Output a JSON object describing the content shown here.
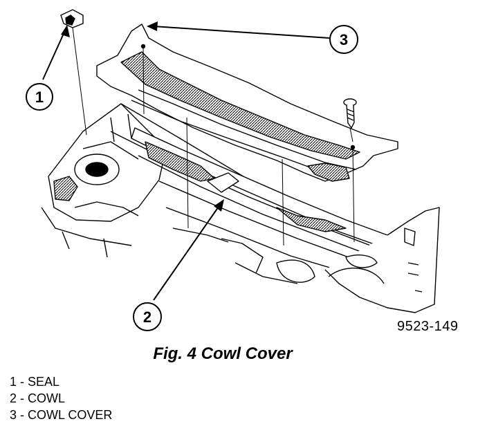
{
  "callouts": [
    {
      "number": "1",
      "name": "SEAL"
    },
    {
      "number": "2",
      "name": "COWL"
    },
    {
      "number": "3",
      "name": "COWL COVER"
    }
  ],
  "figure_id": "9523-149",
  "caption": "Fig. 4 Cowl Cover",
  "legend": [
    {
      "number": "1",
      "sep": " - ",
      "name": "SEAL"
    },
    {
      "number": "2",
      "sep": " - ",
      "name": "COWL"
    },
    {
      "number": "3",
      "sep": " - ",
      "name": "COWL COVER"
    }
  ],
  "colors": {
    "ink": "#000000",
    "paper": "#ffffff"
  }
}
